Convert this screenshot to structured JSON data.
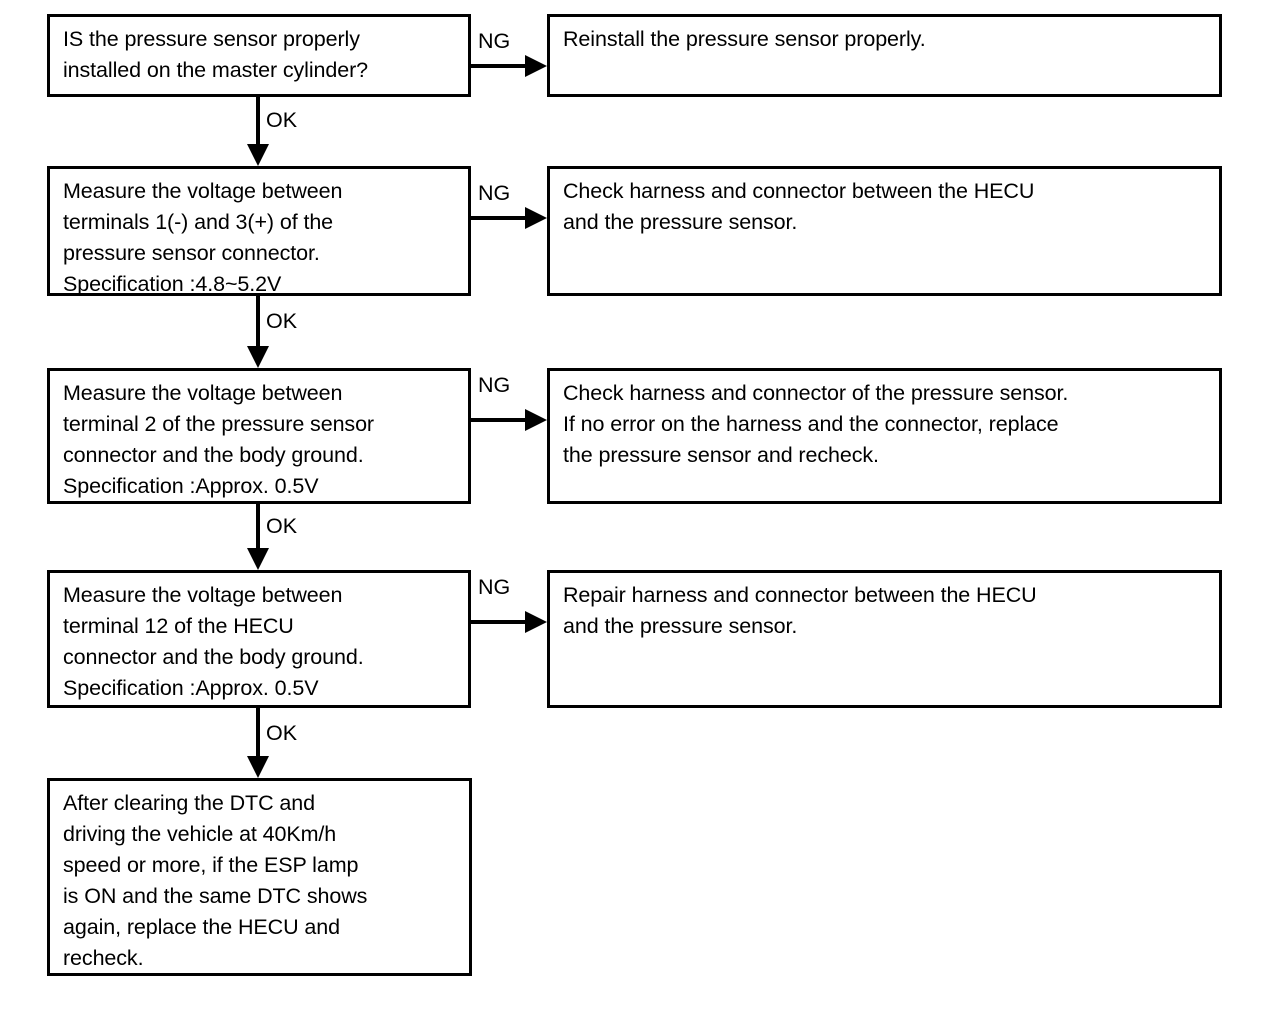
{
  "diagram": {
    "title": "Pressure sensor diagnostic flowchart",
    "colors": {
      "line": "#000000",
      "fill": "#ffffff",
      "text": "#000000"
    },
    "labels": {
      "ok": "OK",
      "ng": "NG"
    },
    "nodes": {
      "step1_check": "IS the pressure sensor properly\ninstalled on the master cylinder?",
      "step1_fail": "Reinstall the pressure sensor properly.",
      "step2_check": "Measure the voltage between\nterminals 1(-) and 3(+) of the\npressure sensor connector.\nSpecification :4.8~5.2V",
      "step2_fail": "Check harness and connector between the HECU\nand the pressure sensor.",
      "step3_check": "Measure the voltage between\nterminal 2 of the pressure sensor\nconnector and the body ground.\nSpecification :Approx. 0.5V",
      "step3_fail": "Check harness and connector of the pressure sensor.\nIf no error on the harness and the connector, replace\nthe pressure sensor and recheck.",
      "step4_check": "Measure the voltage between\nterminal 12 of the HECU\nconnector and the body ground.\nSpecification :Approx. 0.5V",
      "step4_fail": "Repair harness and connector between the HECU\nand the pressure sensor.",
      "step5_final": "After clearing the DTC and\ndriving the vehicle at 40Km/h\nspeed or more, if the ESP lamp\nis ON and the same DTC shows\nagain, replace the HECU and\nrecheck."
    }
  }
}
